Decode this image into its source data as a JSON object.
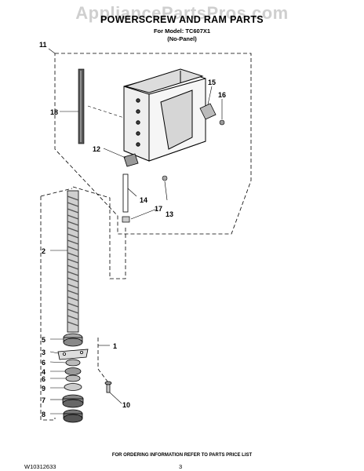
{
  "watermark": "AppliancePartsPros.com",
  "title": "POWERSCREW AND RAM PARTS",
  "model_line": "For Model: TC607X1",
  "variant_line": "(No-Panel)",
  "footer_note": "FOR ORDERING INFORMATION REFER TO PARTS PRICE LIST",
  "doc_number": "W10312633",
  "page_number": "3",
  "callouts": {
    "c11": "11",
    "c18": "18",
    "c15": "15",
    "c16": "16",
    "c12": "12",
    "c14": "14",
    "c17": "17",
    "c13": "13",
    "c2": "2",
    "c1": "1",
    "c5": "5",
    "c3": "3",
    "c6a": "6",
    "c4": "4",
    "c6b": "6",
    "c9": "9",
    "c7": "7",
    "c10": "10",
    "c8": "8"
  }
}
